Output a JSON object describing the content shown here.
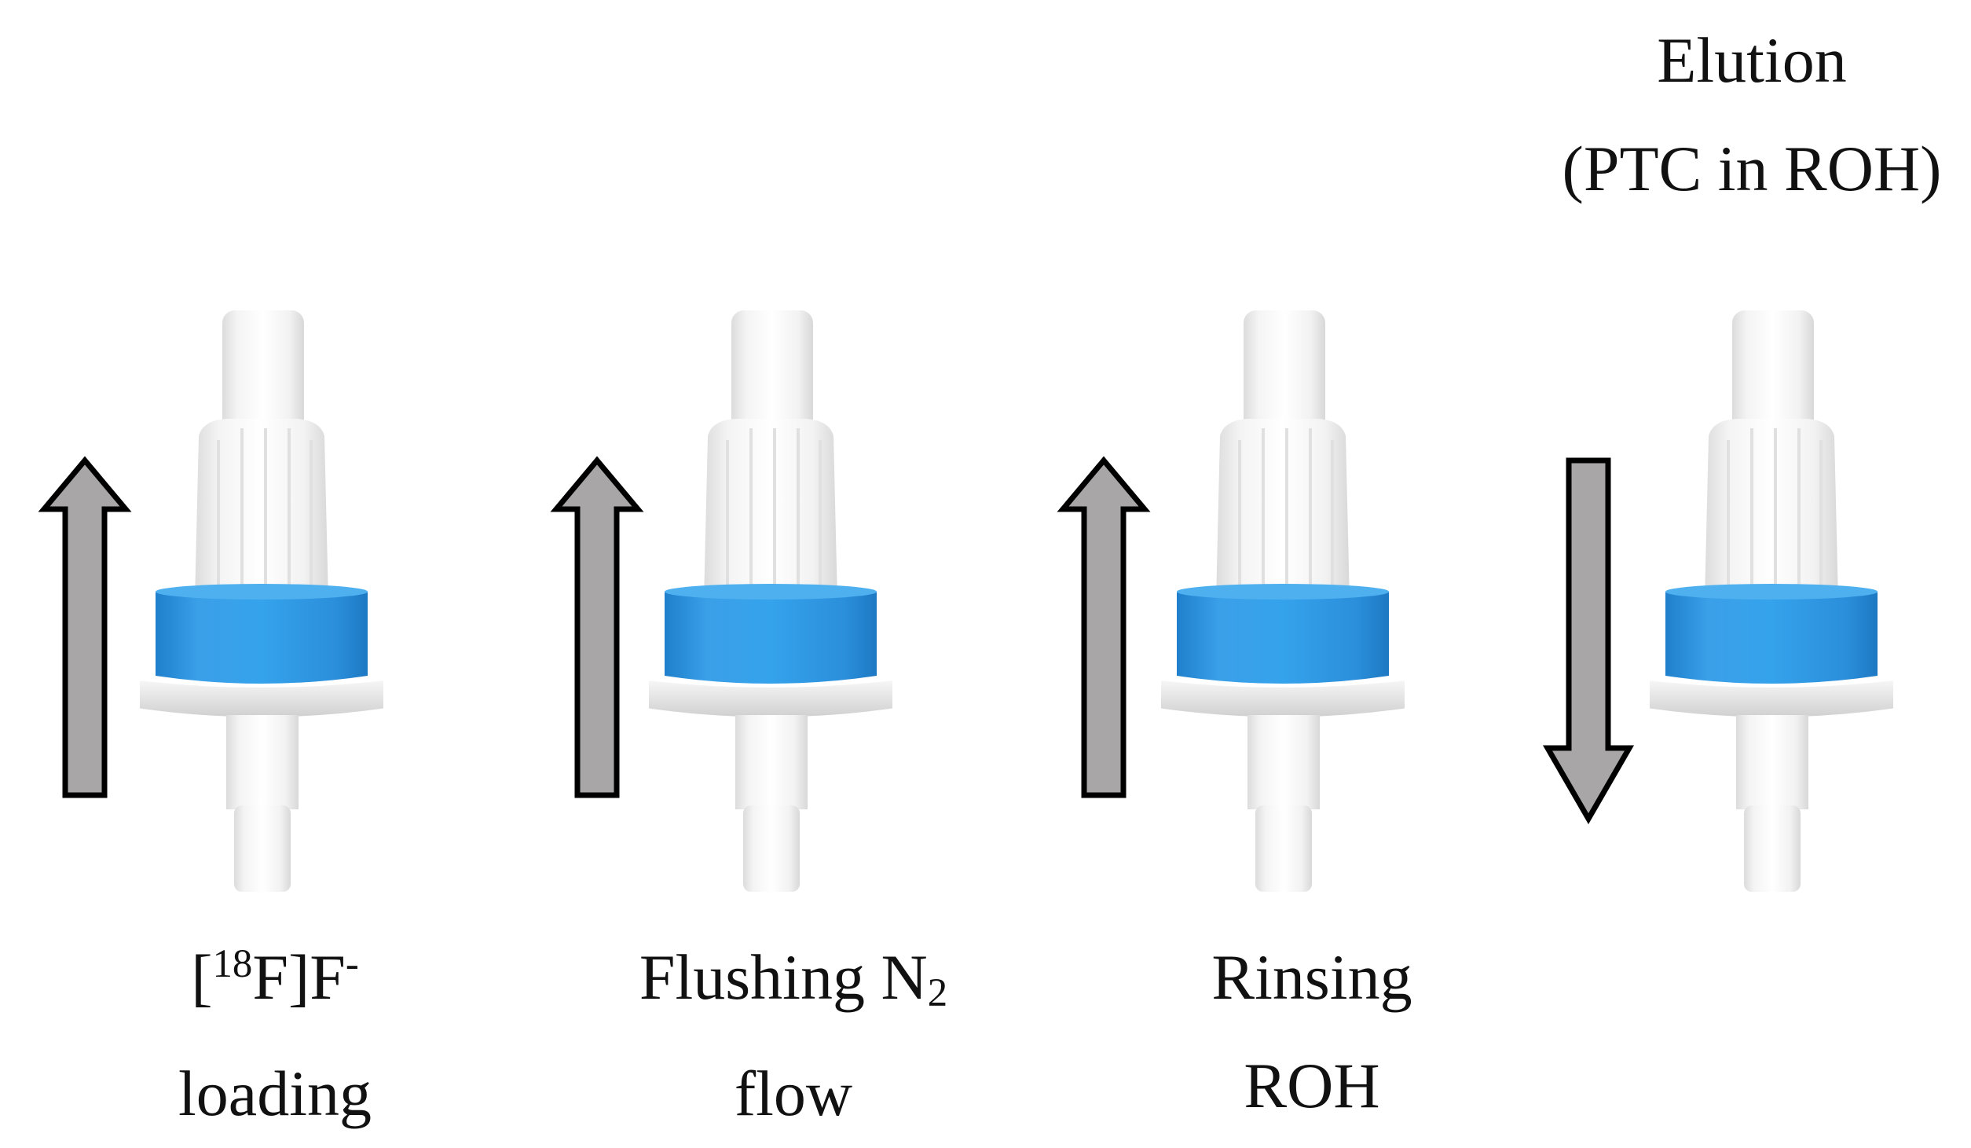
{
  "steps": [
    {
      "id": "loading",
      "arrow_direction": "up",
      "label_lines": [
        {
          "pre": "[",
          "sup": "18",
          "mid": "F]F",
          "sup2": "-"
        },
        {
          "text": "loading"
        }
      ]
    },
    {
      "id": "flushing",
      "arrow_direction": "up",
      "label_lines": [
        {
          "pre": "Flushing N",
          "sub": "2"
        },
        {
          "text": "flow"
        }
      ]
    },
    {
      "id": "rinsing",
      "arrow_direction": "up",
      "label_lines": [
        {
          "text": "Rinsing"
        },
        {
          "text": "ROH"
        }
      ]
    },
    {
      "id": "elution",
      "arrow_direction": "down",
      "label_lines": [
        {
          "text": "Elution"
        },
        {
          "text": "(PTC in ROH)"
        }
      ]
    }
  ],
  "colors": {
    "arrow_fill": "#a8a6a6",
    "arrow_stroke": "#000000",
    "collar_blue": "#2a8fd8",
    "cartridge_white": "#eeeeee"
  }
}
